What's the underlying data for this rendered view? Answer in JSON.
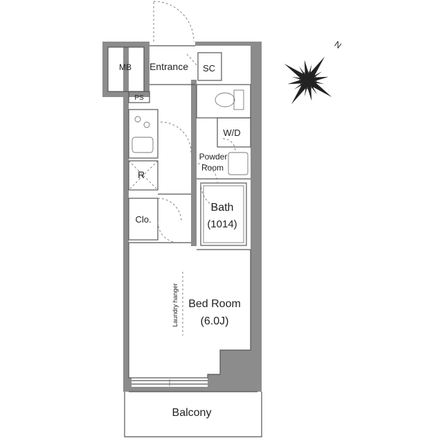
{
  "rooms": {
    "mb": "MB",
    "entrance": "Entrance",
    "sc": "SC",
    "ps": "PS",
    "wd": "W/D",
    "powder_line1": "Powder",
    "powder_line2": "Room",
    "refrigerator": "R",
    "bath": "Bath",
    "bath_size": "(1014)",
    "closet": "Clo.",
    "laundry": "Laundry hanger",
    "bedroom": "Bed Room",
    "bedroom_size": "(6.0J)",
    "balcony": "Balcony"
  },
  "compass": {
    "north": "N"
  },
  "colors": {
    "wall": "#8c8c8c",
    "line": "#555555"
  }
}
